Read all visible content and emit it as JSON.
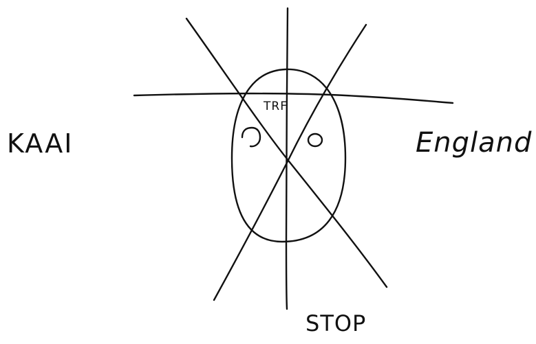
{
  "labels": {
    "left": "KAAI",
    "right": "England",
    "bottom": "STOP",
    "center": "TRF"
  }
}
